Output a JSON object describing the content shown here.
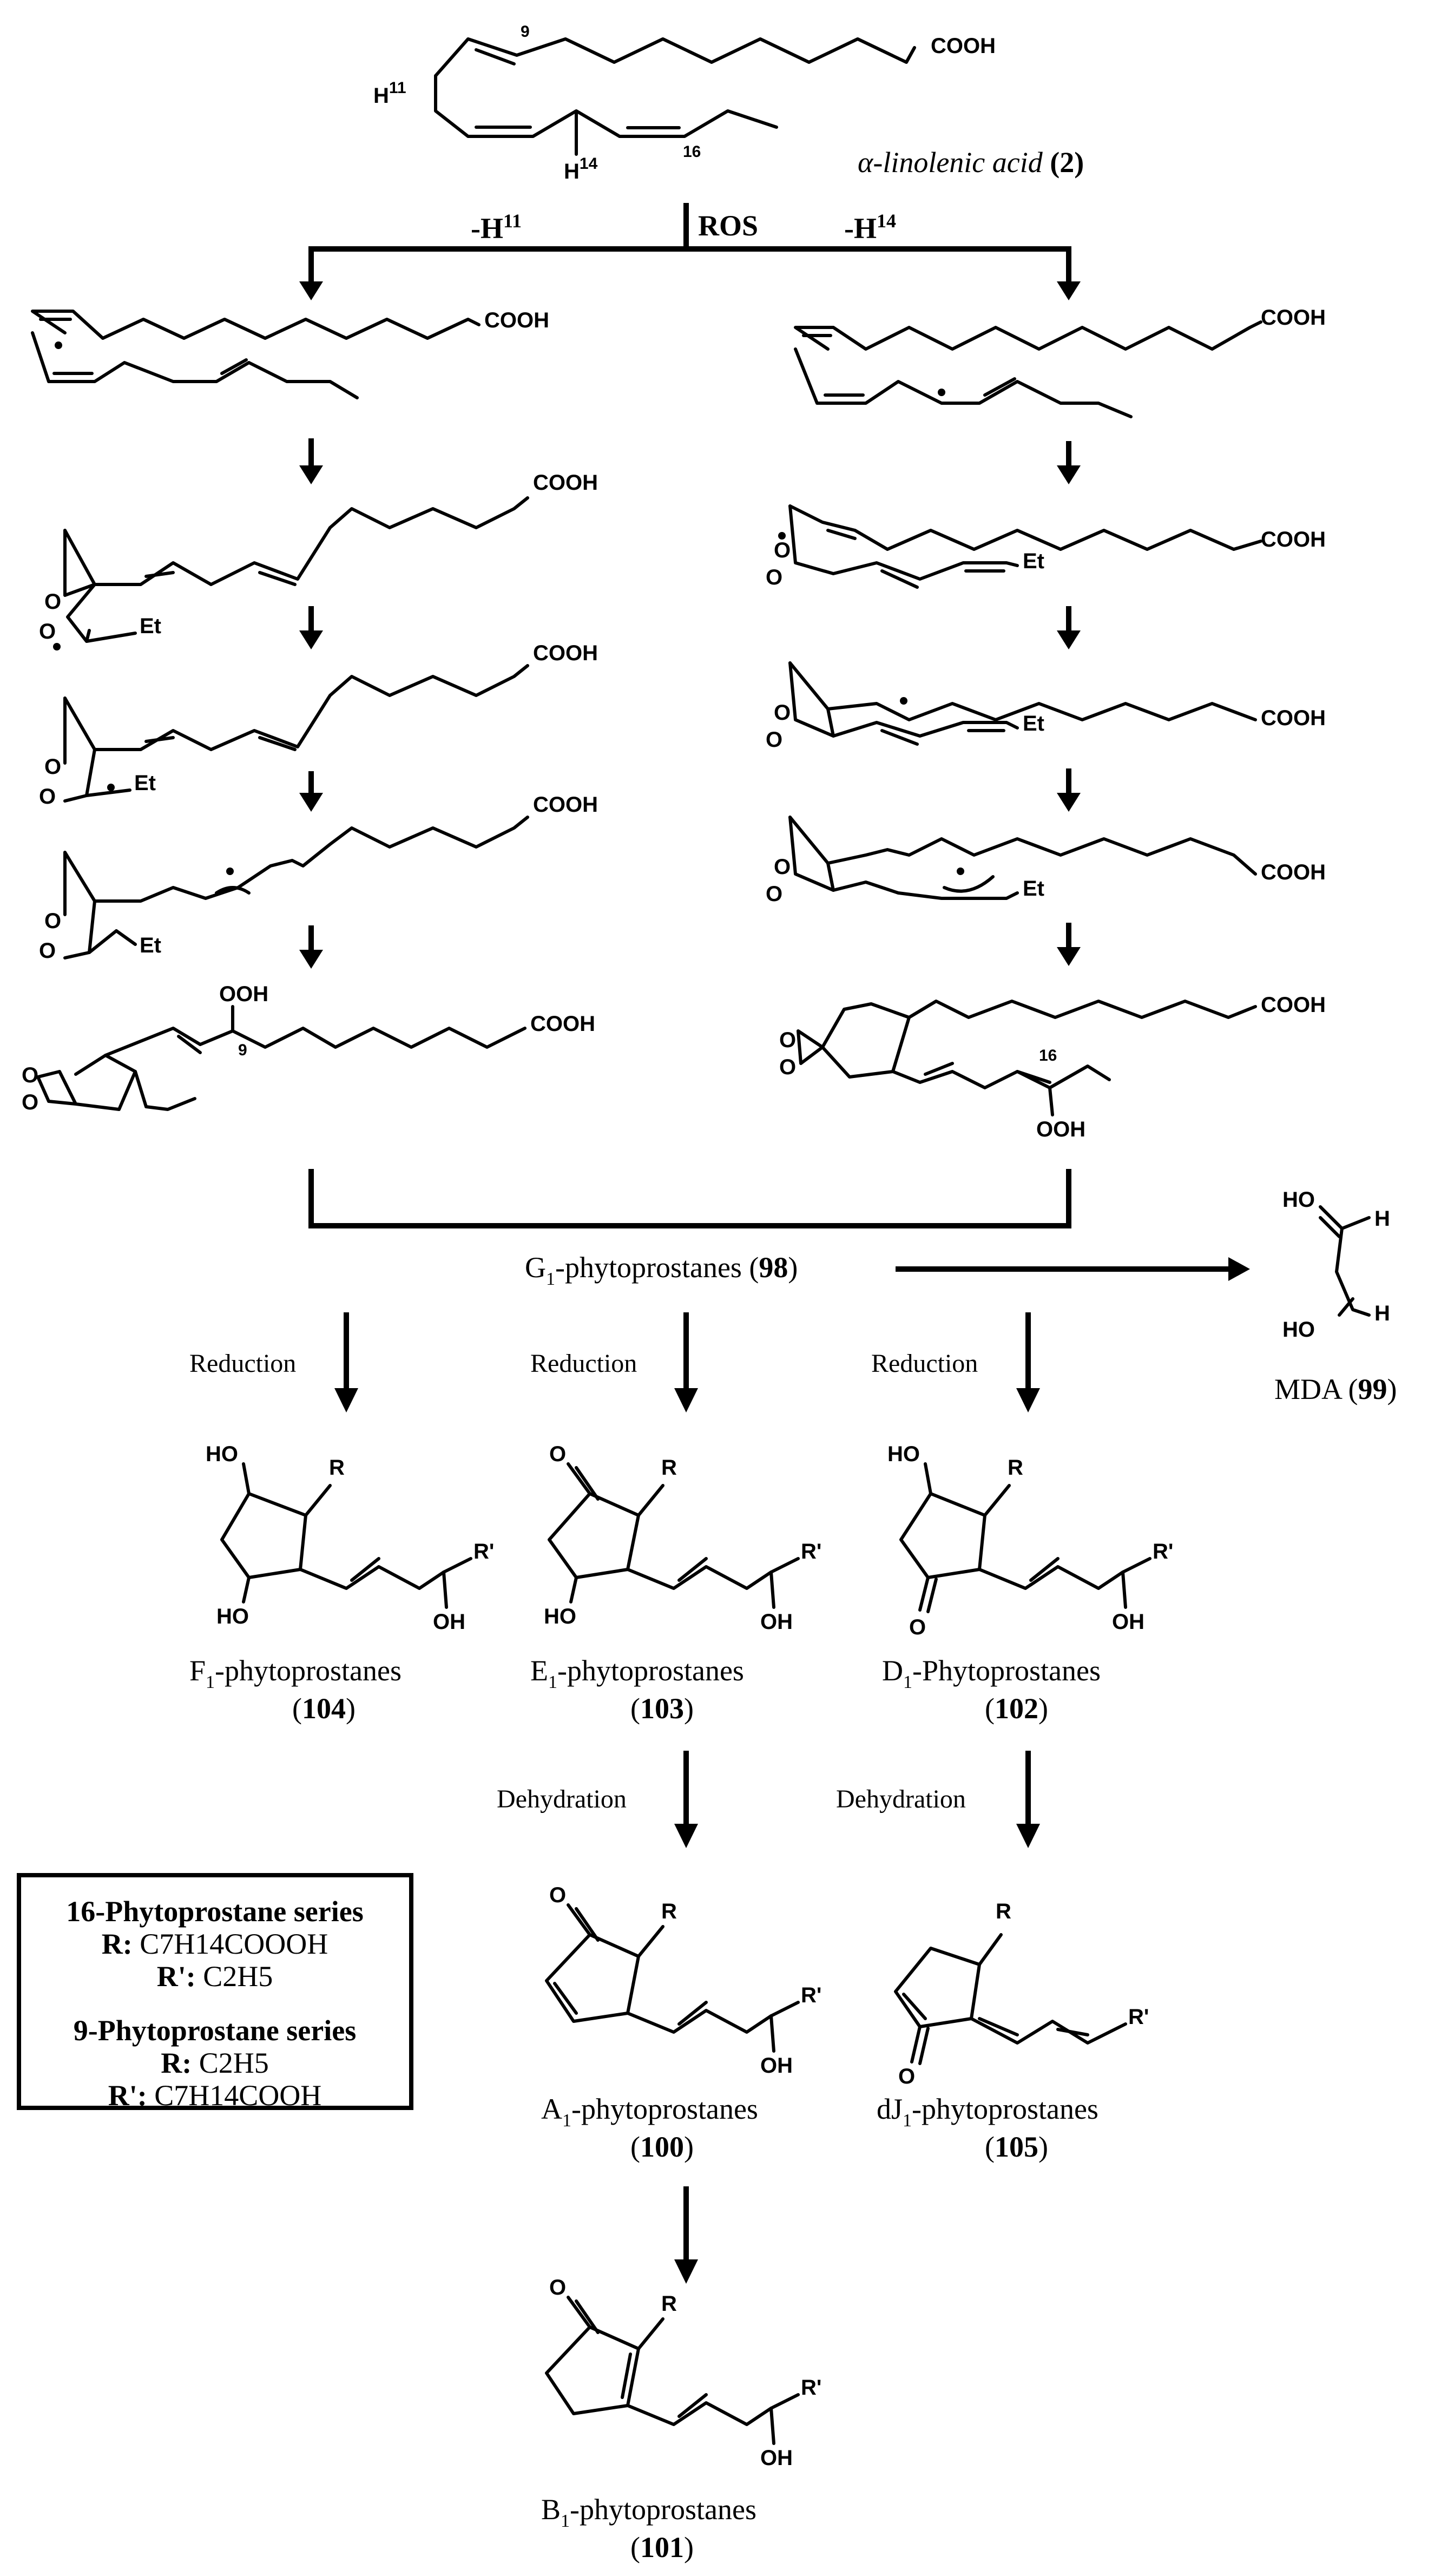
{
  "start": {
    "name": "α-linolenic acid",
    "number": "(2)",
    "cooh": "COOH",
    "h11_label": "H",
    "h11_sup": "11",
    "h14_label": "H",
    "h14_sup": "14",
    "c9": "9",
    "c16": "16"
  },
  "branch": {
    "ros": "ROS",
    "left": "-H",
    "left_sup": "11",
    "right": "-H",
    "right_sup": "14"
  },
  "atoms": {
    "cooh": "COOH",
    "et": "Et",
    "o": "O",
    "ooh": "OOH",
    "ho": "HO",
    "oh": "OH",
    "r": "R",
    "r_prime": "R'",
    "h": "H",
    "c9": "9",
    "c16": "16"
  },
  "g1": {
    "name": "G",
    "sub": "1",
    "tail": "-phytoprostanes (",
    "num": "98",
    "close": ")"
  },
  "mda": {
    "name": "MDA (",
    "num": "99",
    "close": ")"
  },
  "steps": {
    "reduction": "Reduction",
    "dehydration": "Dehydration"
  },
  "products": {
    "f1": {
      "letter": "F",
      "sub": "1",
      "tail": "-phytoprostanes",
      "num": "104"
    },
    "e1": {
      "letter": "E",
      "sub": "1",
      "tail": "-phytoprostanes",
      "num": "103"
    },
    "d1": {
      "letter": "D",
      "sub": "1",
      "tail": "-Phytoprostanes",
      "num": "102"
    },
    "a1": {
      "letter": "A",
      "sub": "1",
      "tail": "-phytoprostanes",
      "num": "100"
    },
    "dj1": {
      "letter": "dJ",
      "sub": "1",
      "tail": "-phytoprostanes",
      "num": "105"
    },
    "b1": {
      "letter": "B",
      "sub": "1",
      "tail": "-phytoprostanes",
      "num": "101"
    }
  },
  "legend": {
    "series16_title": "16-Phytoprostane series",
    "series16_r": "R: ",
    "series16_r_val": "C7H14COOOH",
    "series16_rp": "R': ",
    "series16_rp_val": "C2H5",
    "series9_title": "9-Phytoprostane series",
    "series9_r": "R: ",
    "series9_r_val": "C2H5",
    "series9_rp": "R': ",
    "series9_rp_val": "C7H14COOH"
  }
}
